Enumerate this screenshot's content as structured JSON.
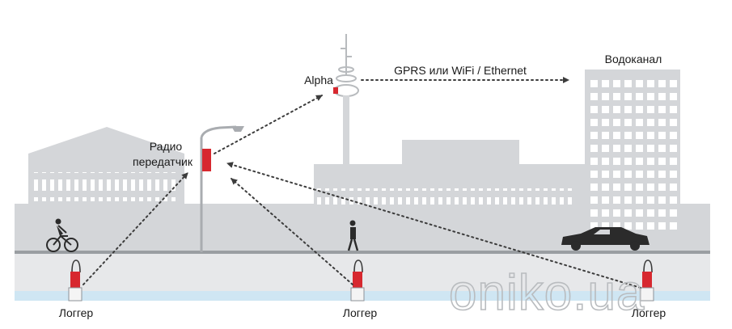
{
  "labels": {
    "transmitter_line1": "Радио",
    "transmitter_line2": "передатчик",
    "alpha": "Alpha",
    "link": "GPRS или WiFi / Ethernet",
    "utility": "Водоканал",
    "logger_left": "Логгер",
    "logger_middle": "Логгер",
    "logger_right": "Логгер"
  },
  "watermark": "oniko.ua",
  "colors": {
    "background": "#ffffff",
    "buildings": "#d4d6d9",
    "ground": "#e7e8ea",
    "water": "#cfe6f3",
    "device_red": "#d7282f",
    "silhouette": "#2b2b2b",
    "link_dots": "#3c3c3c"
  }
}
